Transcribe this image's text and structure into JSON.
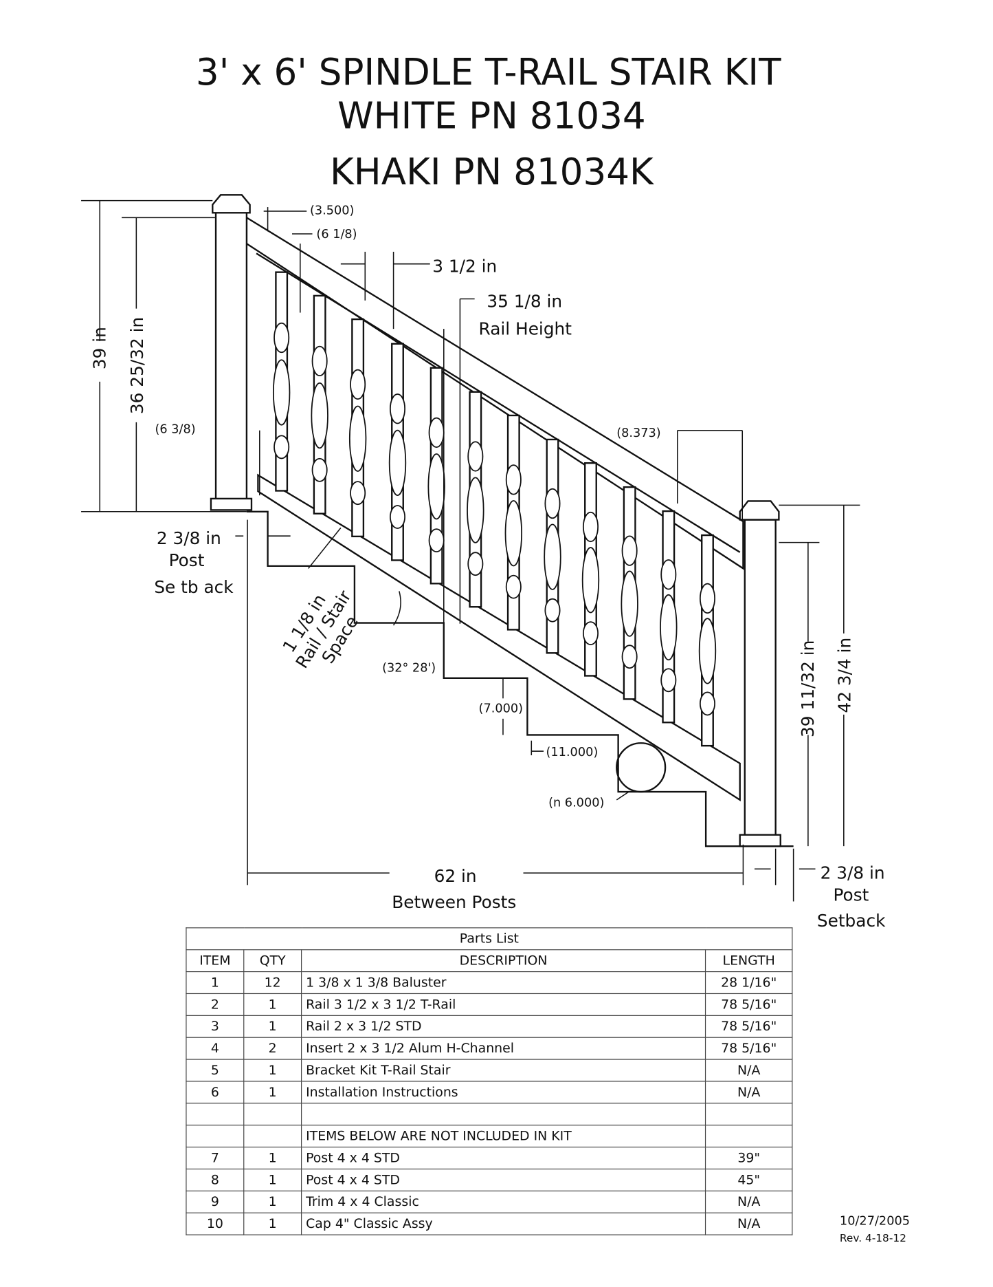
{
  "title": {
    "line1": "3' x 6' SPINDLE T-RAIL STAIR KIT",
    "line2": "WHITE PN 81034",
    "line3": "KHAKI PN 81034K"
  },
  "dims": {
    "d3500": "(3.500)",
    "d618": "(6 1/8)",
    "d312": "3 1/2 in",
    "rail_h": "35 1/8 in",
    "rail_h_label": "Rail Height",
    "d39": "39 in",
    "d3625": "36 25/32 in",
    "d638": "(6 3/8)",
    "d8373": "(8.373)",
    "setback_l": "2 3/8 in",
    "setback_l2": "Post",
    "setback_l3": "Se tb ack",
    "space1": "1 1/8 in",
    "space2": "Rail / Stair",
    "space3": "Space",
    "angle": "(32° 28')",
    "d7000": "(7.000)",
    "d11000": "(11.000)",
    "d6000": "(n 6.000)",
    "d3911": "39 11/32 in",
    "d4234": "42 3/4 in",
    "between": "62 in",
    "between2": "Between Posts",
    "setback_r": "2 3/8 in",
    "setback_r2": "Post",
    "setback_r3": "Setback"
  },
  "table": {
    "title": "Parts List",
    "headers": [
      "ITEM",
      "QTY",
      "DESCRIPTION",
      "LENGTH"
    ],
    "rows": [
      [
        "1",
        "12",
        "1 3/8 x 1 3/8 Baluster",
        "28 1/16\""
      ],
      [
        "2",
        "1",
        "Rail 3 1/2 x 3 1/2 T-Rail",
        "78 5/16\""
      ],
      [
        "3",
        "1",
        "Rail 2 x 3 1/2 STD",
        "78 5/16\""
      ],
      [
        "4",
        "2",
        "Insert 2 x 3 1/2 Alum H-Channel",
        "78 5/16\""
      ],
      [
        "5",
        "1",
        "Bracket Kit T-Rail Stair",
        "N/A"
      ],
      [
        "6",
        "1",
        "Installation Instructions",
        "N/A"
      ],
      [
        "",
        "",
        "",
        ""
      ],
      [
        "",
        "",
        "ITEMS BELOW ARE NOT INCLUDED IN KIT",
        ""
      ],
      [
        "7",
        "1",
        "Post 4 x 4 STD",
        "39\""
      ],
      [
        "8",
        "1",
        "Post 4 x 4 STD",
        "45\""
      ],
      [
        "9",
        "1",
        "Trim 4 x 4 Classic",
        "N/A"
      ],
      [
        "10",
        "1",
        "Cap 4\" Classic Assy",
        "N/A"
      ]
    ]
  },
  "footer": {
    "date": "10/27/2005",
    "rev": "Rev. 4-18-12"
  }
}
